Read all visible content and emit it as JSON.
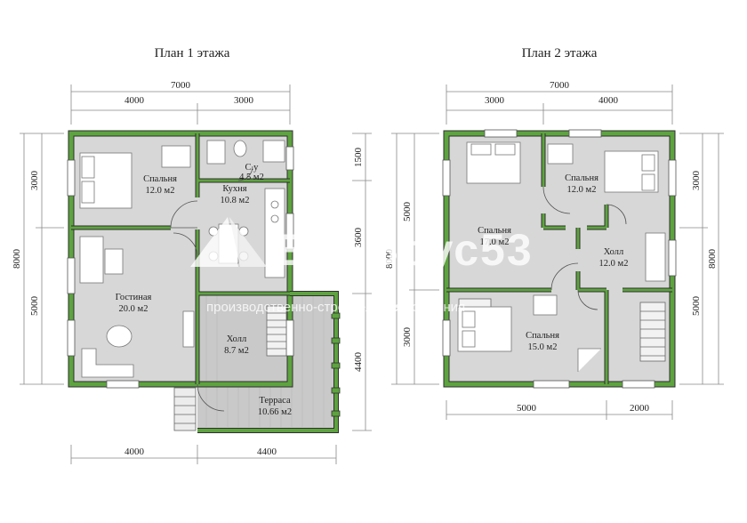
{
  "plan1": {
    "title": "План 1 этажа",
    "dims": {
      "top_total": "7000",
      "top_left": "4000",
      "top_right": "3000",
      "left_total": "8000",
      "left_top": "3000",
      "left_bottom": "5000",
      "right_a": "1500",
      "right_b": "3600",
      "right_c": "4400",
      "bottom_left": "4000",
      "bottom_right": "4400"
    },
    "rooms": [
      {
        "name": "Спальня",
        "area": "12.0 м2"
      },
      {
        "name": "С.у",
        "area": "4.5 м2"
      },
      {
        "name": "Кухня",
        "area": "10.8 м2"
      },
      {
        "name": "Гостиная",
        "area": "20.0 м2"
      },
      {
        "name": "Холл",
        "area": "8.7 м2"
      },
      {
        "name": "Терраса",
        "area": "10.66 м2"
      }
    ]
  },
  "plan2": {
    "title": "План 2 этажа",
    "dims": {
      "top_total": "7000",
      "top_left": "3000",
      "top_right": "4000",
      "left_total": "8000",
      "left_top": "5000",
      "left_bottom": "3000",
      "right_total": "8000",
      "right_top": "3000",
      "right_bottom": "5000",
      "bottom_left": "5000",
      "bottom_right": "2000"
    },
    "rooms": [
      {
        "name": "Спальня",
        "area": "17.0 м2"
      },
      {
        "name": "Спальня",
        "area": "12.0 м2"
      },
      {
        "name": "Холл",
        "area": "12.0 м2"
      },
      {
        "name": "Спальня",
        "area": "15.0 м2"
      }
    ]
  },
  "watermark": {
    "name": "ЕльБрус53",
    "tagline": "производственно-строительная компания"
  }
}
